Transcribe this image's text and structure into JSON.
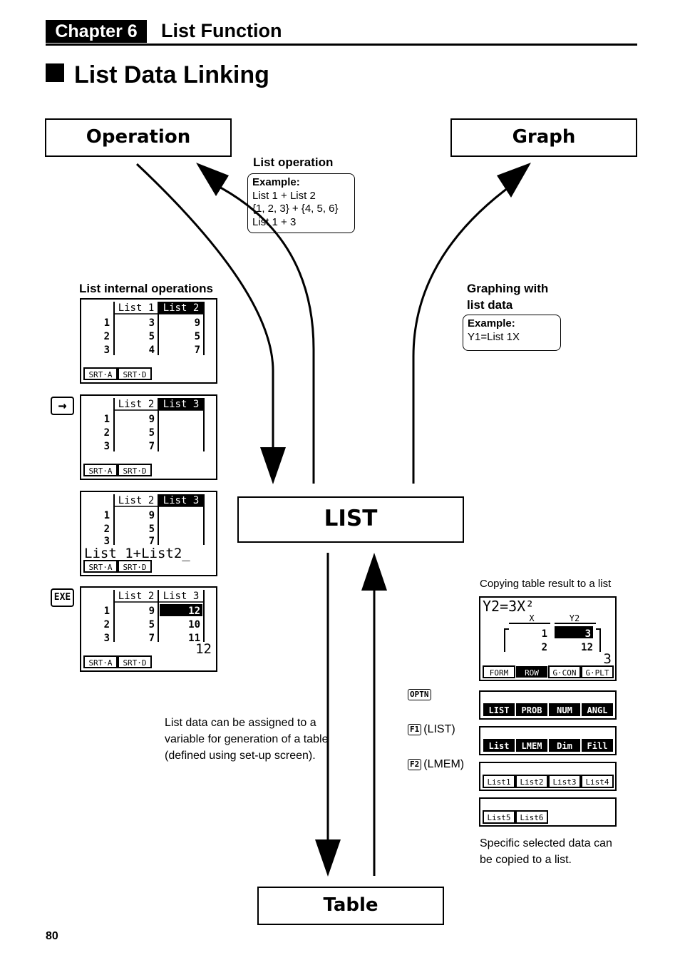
{
  "header": {
    "chapter_tag": "Chapter 6",
    "chapter_title": "List Function"
  },
  "section_title": "List Data Linking",
  "boxes": {
    "operation": "Operation",
    "graph": "Graph",
    "list": "LIST",
    "table": "Table"
  },
  "labels": {
    "list_operation": "List operation",
    "list_internal_operations": "List internal operations",
    "graphing_with": "Graphing  with",
    "list_data": "list data",
    "copying_table": "Copying table result to a list",
    "table_note": [
      "List data can be assigned to a",
      "variable for generation of a table",
      "(defined using set-up screen)."
    ],
    "specific_note": [
      "Specific selected data can",
      "be copied to a list."
    ]
  },
  "list_op_example": {
    "title": "Example:",
    "lines": [
      "List 1 + List 2",
      "{1, 2, 3} + {4, 5, 6}",
      "List 1 + 3"
    ]
  },
  "graph_example": {
    "title": "Example:",
    "lines": [
      "Y1=List 1X"
    ]
  },
  "keys": {
    "arrow": "→",
    "exe": "EXE",
    "optn": "OPTN",
    "f1_cap": "F1",
    "f1_label": "(LIST)",
    "f2_cap": "F2",
    "f2_label": "(LMEM)"
  },
  "screens": {
    "s1": {
      "col_a": "List 1",
      "col_b": "List 2",
      "rows": [
        "1",
        "2",
        "3"
      ],
      "a": [
        "3",
        "5",
        "4"
      ],
      "b": [
        "9",
        "5",
        "7"
      ],
      "menu": [
        "SRT·A",
        "SRT·D"
      ],
      "entry": ""
    },
    "s2": {
      "col_a": "List 2",
      "col_b": "List 3",
      "rows": [
        "1",
        "2",
        "3"
      ],
      "a": [
        "9",
        "5",
        "7"
      ],
      "b": [
        "",
        "",
        ""
      ],
      "menu": [
        "SRT·A",
        "SRT·D"
      ],
      "entry": ""
    },
    "s3": {
      "col_a": "List 2",
      "col_b": "List 3",
      "rows": [
        "1",
        "2",
        "3"
      ],
      "a": [
        "9",
        "5",
        "7"
      ],
      "b": [
        "",
        "",
        ""
      ],
      "menu": [
        "SRT·A",
        "SRT·D"
      ],
      "entry": "List 1+List2_"
    },
    "s4": {
      "col_a": "List 2",
      "col_b": "List 3",
      "rows": [
        "1",
        "2",
        "3"
      ],
      "a": [
        "9",
        "5",
        "7"
      ],
      "b": [
        "12",
        "10",
        "11"
      ],
      "menu": [
        "SRT·A",
        "SRT·D"
      ],
      "entry": "12"
    },
    "table_screen": {
      "title": "Y2=3X²",
      "col_x": "X",
      "col_y": "Y2",
      "x": [
        "1",
        "2"
      ],
      "y": [
        "3",
        "12"
      ],
      "value": "3",
      "menu": [
        "FORM",
        "ROW",
        "G·CON",
        "G·PLT"
      ]
    },
    "menu_optn": [
      "LIST",
      "PROB",
      "NUM",
      "ANGL"
    ],
    "menu_list": [
      "List",
      "LMEM",
      "Dim",
      "Fill"
    ],
    "menu_lmem1": [
      "List1",
      "List2",
      "List3",
      "List4"
    ],
    "menu_lmem2": [
      "List5",
      "List6"
    ]
  },
  "page_number": "80"
}
